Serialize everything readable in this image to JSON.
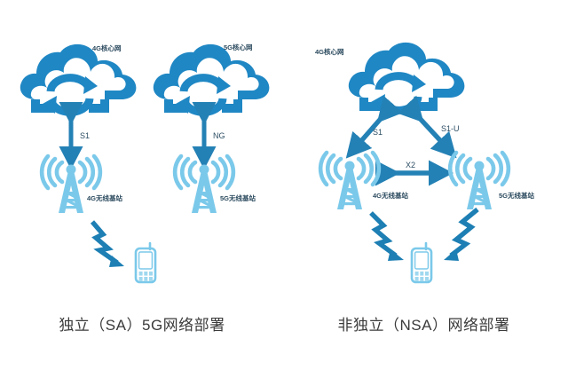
{
  "figure": {
    "title_visible": false,
    "background_color": "#ffffff",
    "colors": {
      "cloud_outline": "#1f87c4",
      "tower": "#7bc9ea",
      "phone": "#7bc9ea",
      "arrow": "#2481b5",
      "lightning": "#1d7fb4",
      "caption_text": "#3a3a3a",
      "label_text": "#2b4a5e"
    },
    "panels": [
      {
        "id": "sa",
        "caption": "独立（SA）5G网络部署",
        "nodes": [
          {
            "name": "4g-core-cloud",
            "label": "4G核心网",
            "icon": "cloud-sync-icon"
          },
          {
            "name": "5g-core-cloud",
            "label": "5G核心网",
            "icon": "cloud-sync-icon"
          },
          {
            "name": "4g-base-station",
            "label": "4G无线基站",
            "icon": "cell-tower-icon"
          },
          {
            "name": "5g-base-station",
            "label": "5G无线基站",
            "icon": "cell-tower-icon"
          },
          {
            "name": "mobile-phone",
            "label": "",
            "icon": "mobile-phone-icon"
          }
        ],
        "links": [
          {
            "name": "link-s1",
            "label": "S1",
            "from": "4G核心网",
            "to": "4G无线基站",
            "style": "double-arrow"
          },
          {
            "name": "link-ng",
            "label": "NG",
            "from": "5G核心网",
            "to": "5G无线基站",
            "style": "double-arrow"
          },
          {
            "name": "link-air-4g",
            "label": "",
            "from": "4G无线基站",
            "to": "mobile-phone",
            "style": "lightning"
          }
        ]
      },
      {
        "id": "nsa",
        "caption": "非独立（NSA）网络部署",
        "nodes": [
          {
            "name": "4g-core-cloud",
            "label": "4G核心网",
            "icon": "cloud-sync-icon"
          },
          {
            "name": "4g-base-station",
            "label": "4G无线基站",
            "icon": "cell-tower-icon"
          },
          {
            "name": "5g-base-station",
            "label": "5G无线基站",
            "icon": "cell-tower-icon"
          },
          {
            "name": "mobile-phone",
            "label": "",
            "icon": "mobile-phone-icon"
          }
        ],
        "links": [
          {
            "name": "link-s1",
            "label": "S1",
            "from": "4G核心网",
            "to": "4G无线基站",
            "style": "double-arrow"
          },
          {
            "name": "link-s1u",
            "label": "S1-U",
            "from": "4G核心网",
            "to": "5G无线基站",
            "style": "double-arrow"
          },
          {
            "name": "link-x2",
            "label": "X2",
            "from": "4G无线基站",
            "to": "5G无线基站",
            "style": "double-arrow"
          },
          {
            "name": "link-air-4g",
            "label": "",
            "from": "4G无线基站",
            "to": "mobile-phone",
            "style": "lightning"
          },
          {
            "name": "link-air-5g",
            "label": "",
            "from": "5G无线基站",
            "to": "mobile-phone",
            "style": "lightning"
          }
        ]
      }
    ]
  }
}
